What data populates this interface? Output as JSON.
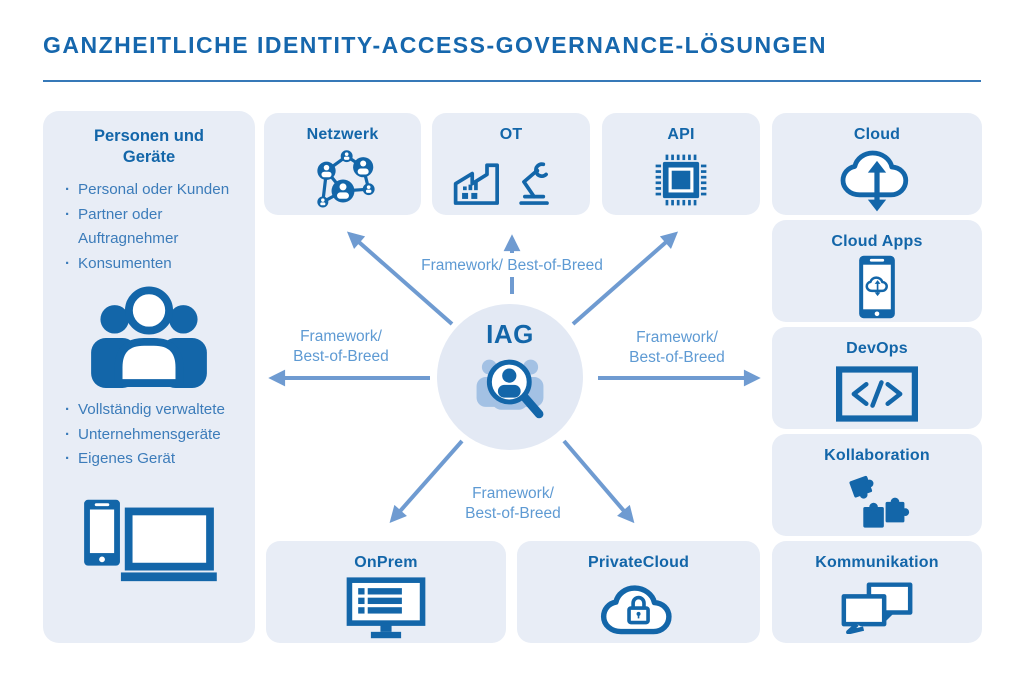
{
  "title": "GANZHEITLICHE IDENTITY-ACCESS-GOVERNANCE-LÖSUNGEN",
  "center": {
    "label": "IAG",
    "icon": "person-search-icon"
  },
  "edge_labels": {
    "top": "Framework/ Best-of-Breed",
    "left_line1": "Framework/",
    "left_line2": "Best-of-Breed",
    "right_line1": "Framework/",
    "right_line2": "Best-of-Breed",
    "bottom_line1": "Framework/",
    "bottom_line2": "Best-of-Breed"
  },
  "left_panel": {
    "title": "Personen und Geräte",
    "bullets_top": [
      "Personal oder Kunden",
      "Partner oder Auftragnehmer",
      "Konsumenten"
    ],
    "bullets_bottom": [
      "Vollständig verwaltete",
      "Unternehmensgeräte",
      "Eigenes Gerät"
    ],
    "icons": [
      "people-group-icon",
      "devices-icon"
    ]
  },
  "top_boxes": [
    {
      "label": "Netzwerk",
      "icon": "network-icon"
    },
    {
      "label": "OT",
      "icon": "factory-robot-icon"
    },
    {
      "label": "API",
      "icon": "chip-icon"
    }
  ],
  "right_boxes": [
    {
      "label": "Cloud",
      "icon": "cloud-sync-icon"
    },
    {
      "label": "Cloud Apps",
      "icon": "mobile-cloud-icon"
    },
    {
      "label": "DevOps",
      "icon": "code-icon"
    },
    {
      "label": "Kollaboration",
      "icon": "puzzle-icon"
    },
    {
      "label": "Kommunikation",
      "icon": "chat-icon"
    }
  ],
  "bottom_boxes": [
    {
      "label": "OnPrem",
      "icon": "monitor-list-icon"
    },
    {
      "label": "PrivateCloud",
      "icon": "cloud-lock-icon"
    }
  ],
  "colors": {
    "primary": "#1366a9",
    "arrow": "#6f9bd1",
    "edge_label_text": "#5e9ad3",
    "bullet_text": "#3c7cba",
    "box_background": "#e8edf6",
    "circle_background": "#e3e9f4",
    "light_person": "#a3c1e4"
  }
}
